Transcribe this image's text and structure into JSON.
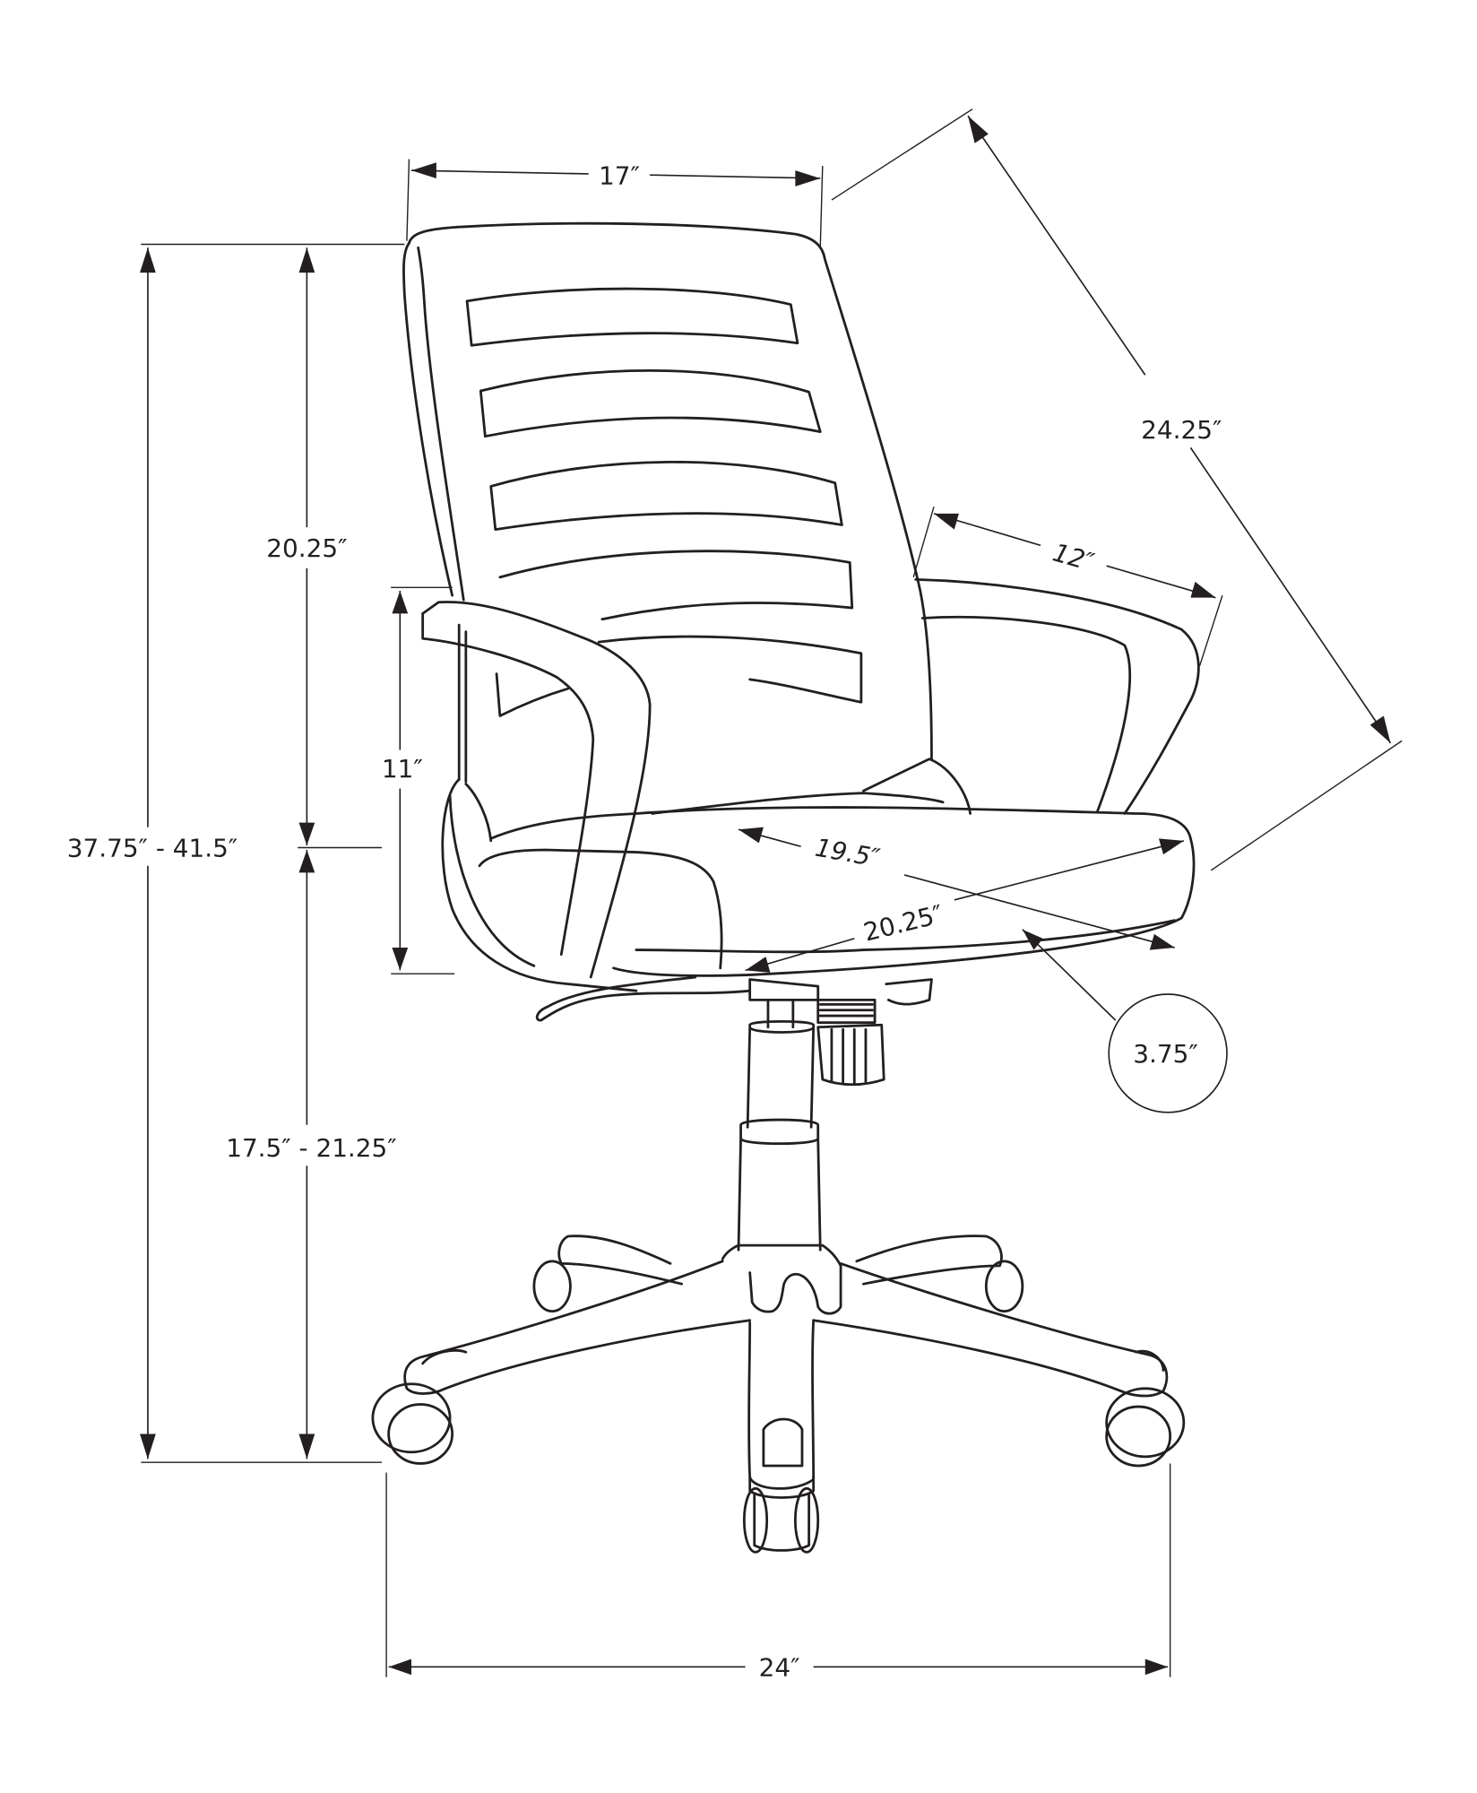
{
  "diagram": {
    "subject": "Office chair dimension drawing",
    "line_color": "#231f20",
    "background": "#ffffff",
    "dimensions": {
      "backrest_width": "17″",
      "overall_depth_diagonal": "24.25″",
      "armrest_length": "12″",
      "backrest_height": "20.25″",
      "armrest_height": "11″",
      "overall_height": "37.75″ - 41.5″",
      "seat_depth": "19.5″",
      "seat_width": "20.25″",
      "seat_thickness": "3.75″",
      "seat_height": "17.5″ - 21.25″",
      "base_width": "24″"
    }
  }
}
